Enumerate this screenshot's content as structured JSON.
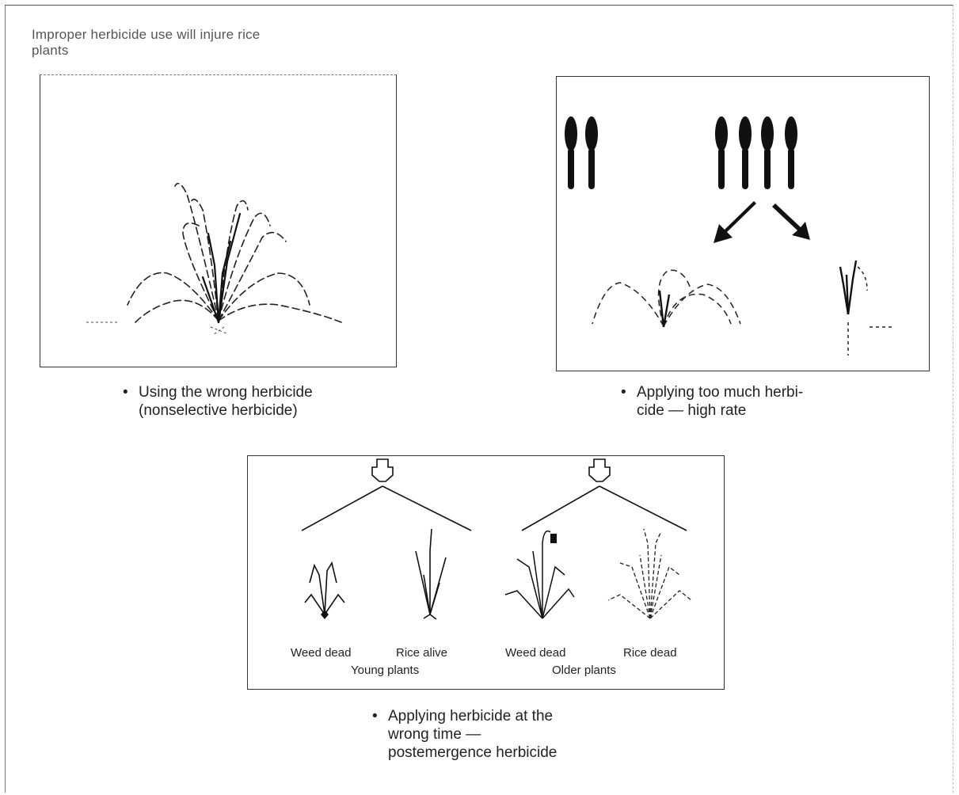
{
  "title": "Improper herbicide use will injure rice plants",
  "panel1": {
    "caption_line1": "Using the wrong herbicide",
    "caption_line2": "(nonselective herbicide)"
  },
  "panel2": {
    "caption_line1": "Applying too much herbi-",
    "caption_line2": "cide — high rate"
  },
  "panel3": {
    "weed_dead_young": "Weed dead",
    "rice_alive": "Rice alive",
    "weed_dead_older": "Weed dead",
    "rice_dead": "Rice dead",
    "young_plants": "Young plants",
    "older_plants": "Older plants",
    "caption_line1": "Applying herbicide at the",
    "caption_line2": "wrong time —",
    "caption_line3": "postemergence herbicide"
  },
  "bullet": "•"
}
